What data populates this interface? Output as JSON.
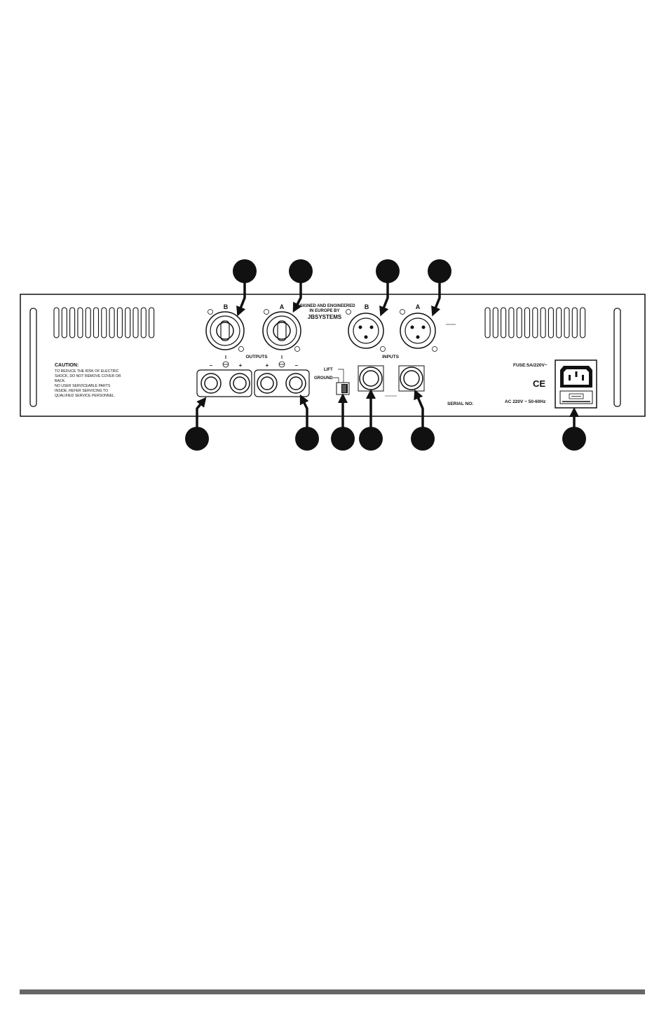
{
  "panel": {
    "outputs": {
      "label": "OUTPUTS",
      "channel_b": "B",
      "channel_a": "A",
      "polarity": [
        "–",
        "+",
        "+",
        "–"
      ]
    },
    "brand": {
      "line1": "DESIGNED AND ENGINEERED",
      "line2": "IN EUROPE BY",
      "logo": "JBSYSTEMS"
    },
    "inputs": {
      "label": "INPUTS",
      "channel_b": "B",
      "channel_a": "A"
    },
    "ground_switch": {
      "lift": "LIFT",
      "ground": "GROUND"
    },
    "caution": {
      "title": "CAUTION:",
      "lines": [
        "TO REDUCE THE RISK OF ELECTRIC",
        "SHOCK, DO NOT REMOVE COVER OR",
        "BACK.",
        "NO USER SERVICEABLE PARTS",
        "INSIDE, REFER SERVICING TO",
        "QUALIFIED SERVICE PERSONNEL."
      ]
    },
    "serial": "SERIAL NO:",
    "fuse": "FUSE:5A/220V~",
    "ce_mark": "CE",
    "power_rating": "AC 220V ~ 50-60Hz"
  },
  "colors": {
    "ink": "#111111",
    "footer": "#666666",
    "background": "#ffffff"
  }
}
